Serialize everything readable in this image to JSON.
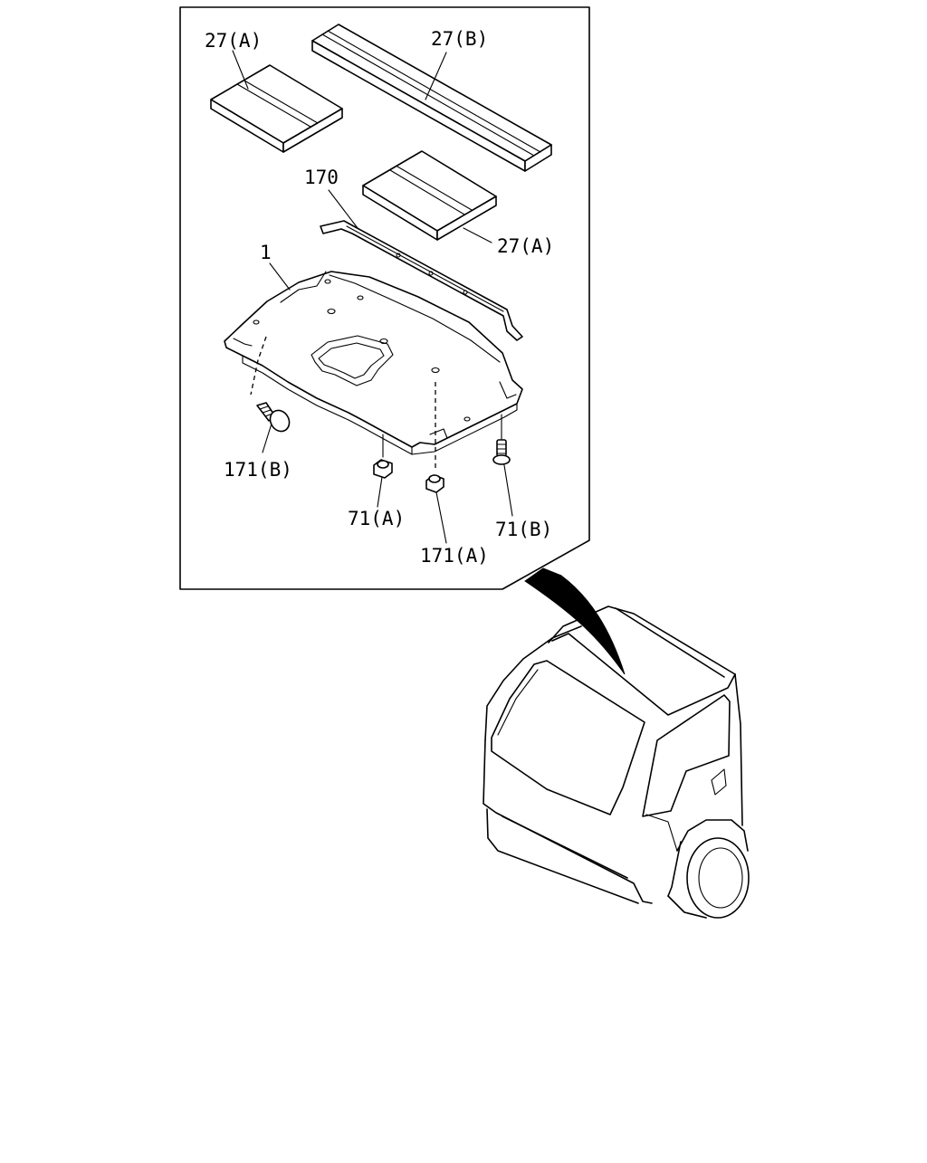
{
  "callouts": {
    "pad_a_top": "27(A)",
    "pad_b": "27(B)",
    "bracket": "170",
    "pad_a_mid": "27(A)",
    "panel": "1",
    "clip_b": "171(B)",
    "nut_a": "71(A)",
    "clip_a": "171(A)",
    "bolt_b": "71(B)"
  }
}
